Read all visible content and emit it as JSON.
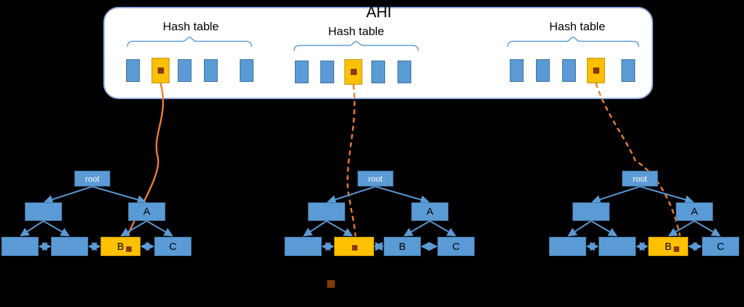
{
  "title": "AHI",
  "colors": {
    "background": "#000000",
    "panel_fill": "#ffffff",
    "panel_border": "#8FAADC",
    "bucket_blue": "#5B9BD5",
    "highlight_orange": "#FFC000",
    "record_marker_brown": "#843C0C",
    "pointer_orange": "#ED7D31",
    "edge_blue": "#5B9BD5"
  },
  "hash_tables": [
    {
      "label": "Hash table",
      "bucket_count": 5,
      "highlighted_bucket_index": 1
    },
    {
      "label": "Hash table",
      "bucket_count": 5,
      "highlighted_bucket_index": 2
    },
    {
      "label": "Hash table",
      "bucket_count": 5,
      "highlighted_bucket_index": 3
    }
  ],
  "trees": [
    {
      "root_label": "root",
      "node_a_label": "A",
      "node_b_label": "B",
      "node_c_label": "C",
      "highlighted_leaf_index": 2
    },
    {
      "root_label": "root",
      "node_a_label": "A",
      "node_b_label": "B",
      "node_c_label": "C",
      "highlighted_leaf_index": 1
    },
    {
      "root_label": "root",
      "node_a_label": "A",
      "node_b_label": "B",
      "node_c_label": "C",
      "highlighted_leaf_index": 2
    }
  ],
  "pointers": [
    {
      "from": "hash-table-1-highlighted-bucket",
      "to": "tree-1-leaf-B",
      "style": "solid"
    },
    {
      "from": "hash-table-2-highlighted-bucket",
      "to": "tree-2-highlighted-leaf",
      "style": "dashed"
    },
    {
      "from": "hash-table-3-highlighted-bucket",
      "to": "tree-3-leaf-B",
      "style": "dashed"
    }
  ]
}
